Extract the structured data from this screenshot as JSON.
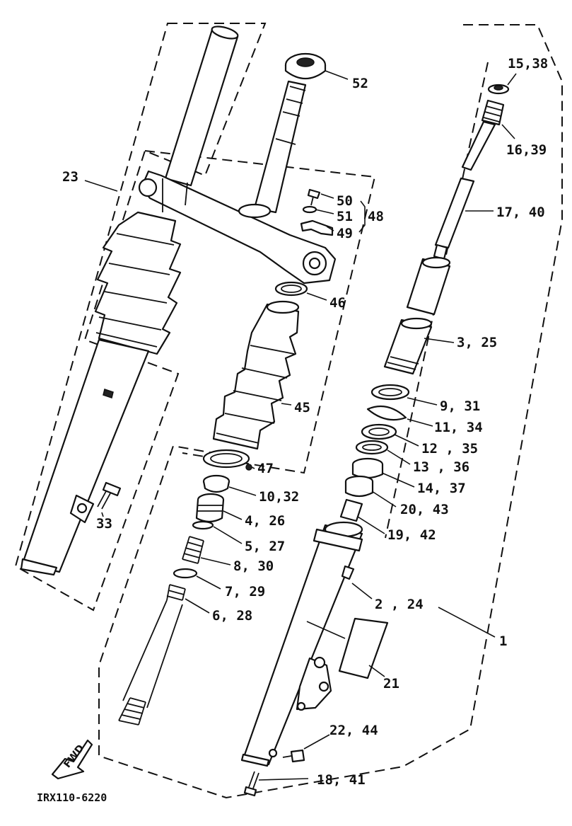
{
  "labels": {
    "l1": "1",
    "l2_24": "2 , 24",
    "l3_25": "3, 25",
    "l4_26": "4, 26",
    "l5_27": "5, 27",
    "l6_28": "6, 28",
    "l7_29": "7, 29",
    "l8_30": "8, 30",
    "l9_31": "9, 31",
    "l10_32": "10,32",
    "l11_34": "11, 34",
    "l12_35": "12 , 35",
    "l13_36": "13 , 36",
    "l14_37": "14, 37",
    "l15_38": "15,38",
    "l16_39": "16,39",
    "l17_40": "17, 40",
    "l18_41": "18, 41",
    "l19_42": "19, 42",
    "l20_43": "20, 43",
    "l21": "21",
    "l22_44": "22, 44",
    "l23": "23",
    "l33": "33",
    "l45": "45",
    "l46": "46",
    "l47": "47",
    "l48": "48",
    "l49": "49",
    "l50": "50",
    "l51": "51",
    "l52": "52"
  },
  "fwd_label": "FWD",
  "diagram_code": "IRX110-6220"
}
